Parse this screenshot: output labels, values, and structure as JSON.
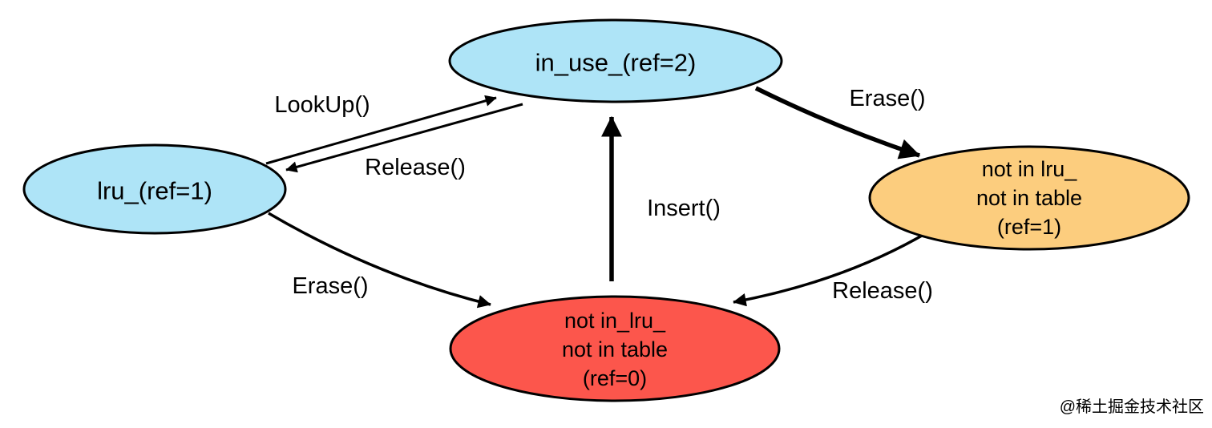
{
  "diagram": {
    "type": "state-diagram",
    "nodes": [
      {
        "id": "in_use",
        "label": "in_use_(ref=2)",
        "color": "#aee4f7",
        "shape": "ellipse"
      },
      {
        "id": "lru",
        "label": "lru_(ref=1)",
        "color": "#aee4f7",
        "shape": "ellipse"
      },
      {
        "id": "not_in_lru_ref1",
        "lines": [
          "not in lru_",
          "not in table",
          "(ref=1)"
        ],
        "color": "#fccd7e",
        "shape": "ellipse"
      },
      {
        "id": "not_in_lru_ref0",
        "lines": [
          "not in_lru_",
          "not in table",
          "(ref=0)"
        ],
        "color": "#fc564c",
        "shape": "ellipse"
      }
    ],
    "edges": [
      {
        "label": "LookUp()",
        "from": "lru",
        "to": "in_use"
      },
      {
        "label": "Release()",
        "from": "in_use",
        "to": "lru"
      },
      {
        "label": "Erase()",
        "from": "in_use",
        "to": "not_in_lru_ref1"
      },
      {
        "label": "Insert()",
        "from": "not_in_lru_ref0",
        "to": "in_use"
      },
      {
        "label": "Erase()",
        "from": "lru",
        "to": "not_in_lru_ref0"
      },
      {
        "label": "Release()",
        "from": "not_in_lru_ref1",
        "to": "not_in_lru_ref0"
      }
    ]
  },
  "colors": {
    "state_blue": "#aee4f7",
    "state_orange": "#fccd7e",
    "state_red": "#fc564c",
    "edge_stroke": "#000000",
    "watermark_gray": "#c9c9c9"
  },
  "watermark": "@稀土掘金技术社区"
}
